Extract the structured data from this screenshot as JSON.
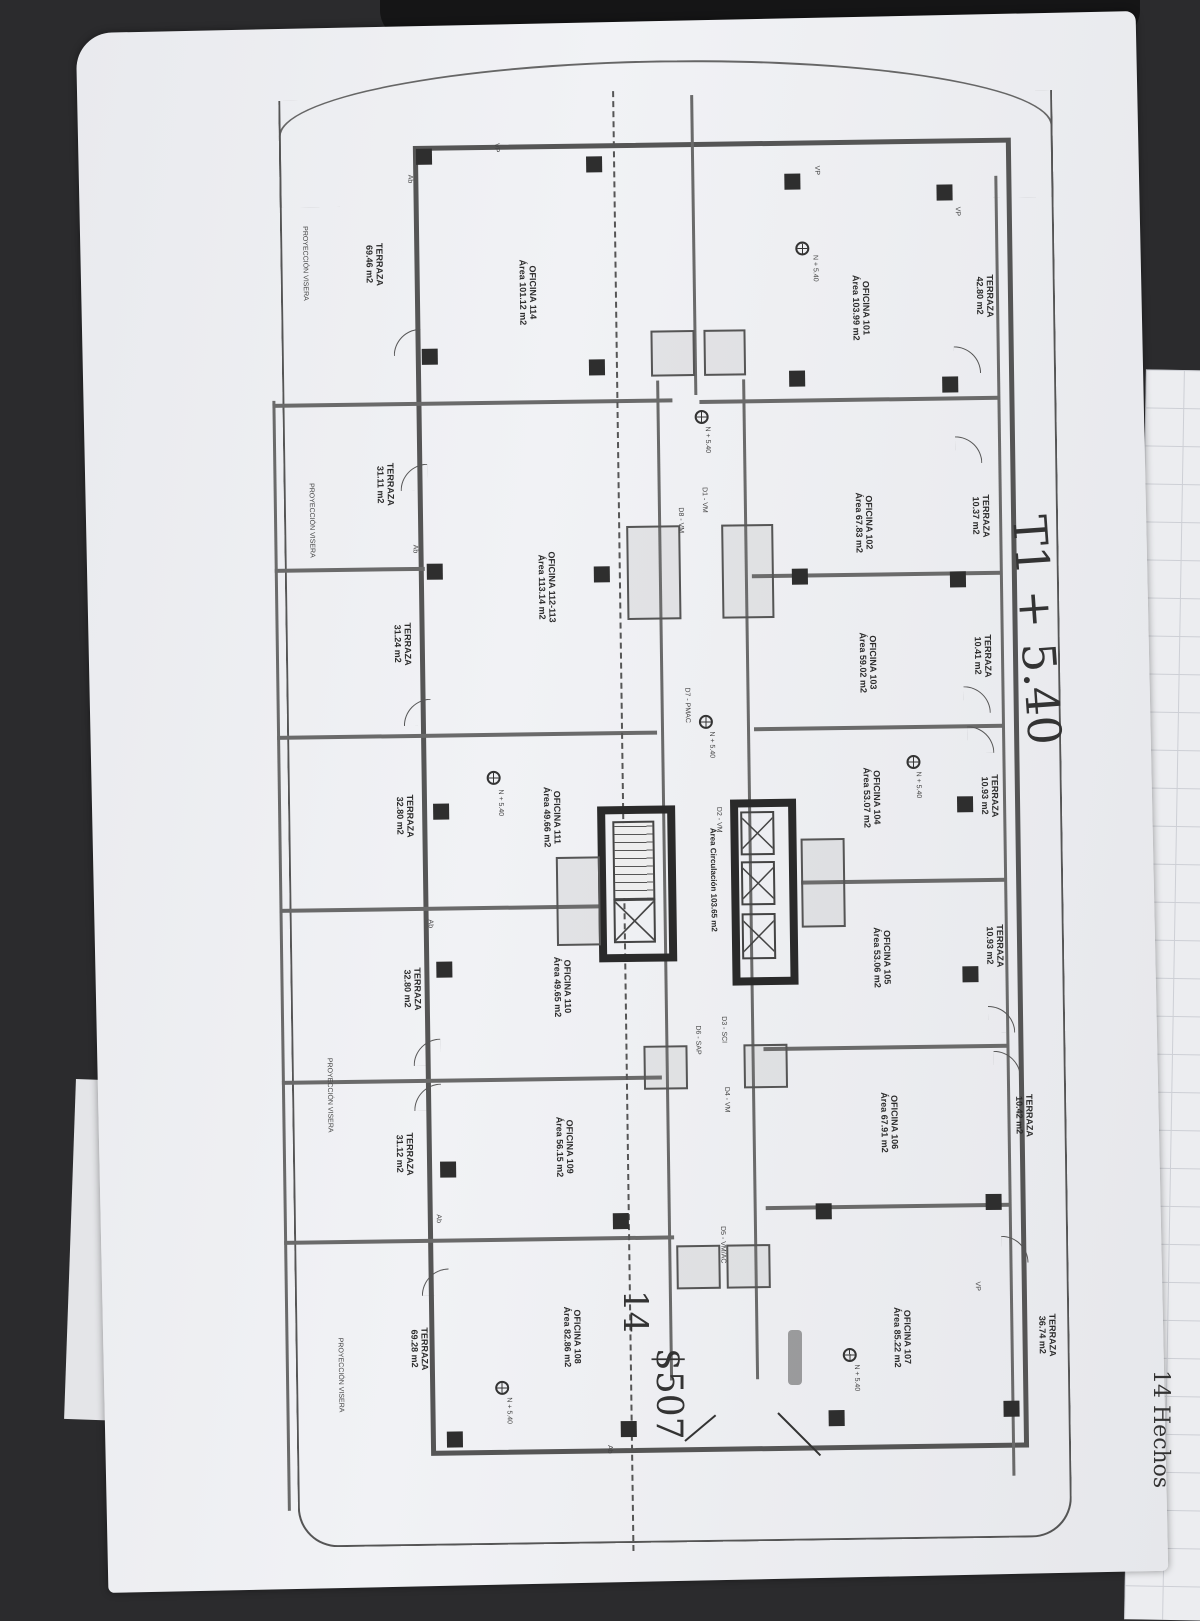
{
  "plan": {
    "offices_east": [
      {
        "name": "OFICINA 101",
        "area": "Área 103.99 m2"
      },
      {
        "name": "OFICINA 102",
        "area": "Área 67.83 m2"
      },
      {
        "name": "OFICINA 103",
        "area": "Área 59.02 m2"
      },
      {
        "name": "OFICINA 104",
        "area": "Área 53.07 m2"
      },
      {
        "name": "OFICINA 105",
        "area": "Área 53.06 m2"
      },
      {
        "name": "OFICINA 106",
        "area": "Área 67.91 m2"
      },
      {
        "name": "OFICINA 107",
        "area": "Área 85.22 m2"
      }
    ],
    "offices_west": [
      {
        "name": "OFICINA 114",
        "area": "Área 101.12 m2"
      },
      {
        "name": "OFICINA 112-113",
        "area": "Área 113.14 m2"
      },
      {
        "name": "OFICINA 111",
        "area": "Área 49.66 m2"
      },
      {
        "name": "OFICINA 110",
        "area": "Área 49.65 m2"
      },
      {
        "name": "OFICINA 109",
        "area": "Área 56.15 m2"
      },
      {
        "name": "OFICINA 108",
        "area": "Área 82.86 m2"
      }
    ],
    "terraces_east": [
      {
        "name": "TERRAZA",
        "area": "42.80 m2"
      },
      {
        "name": "TERRAZA",
        "area": "10.37 m2"
      },
      {
        "name": "TERRAZA",
        "area": "10.41 m2"
      },
      {
        "name": "TERRAZA",
        "area": "10.93 m2"
      },
      {
        "name": "TERRAZA",
        "area": "10.93 m2"
      },
      {
        "name": "TERRAZA",
        "area": "10.42 m2"
      },
      {
        "name": "TERRAZA",
        "area": "36.74 m2"
      }
    ],
    "terraces_west": [
      {
        "name": "TERRAZA",
        "area": "69.46 m2"
      },
      {
        "name": "TERRAZA",
        "area": "31.11 m2"
      },
      {
        "name": "TERRAZA",
        "area": "31.24 m2"
      },
      {
        "name": "TERRAZA",
        "area": "32.80 m2"
      },
      {
        "name": "TERRAZA",
        "area": "32.80 m2"
      },
      {
        "name": "TERRAZA",
        "area": "31.12 m2"
      },
      {
        "name": "TERRAZA",
        "area": "69.28 m2"
      }
    ],
    "circulation": "Área Circulación  103.65 m2",
    "visor_projection": "PROYECCIÓN VISERA",
    "level_marker": "N + 5.40",
    "doors": [
      "D1 - VM",
      "D8 - VM",
      "D7 - PMAC",
      "D2 - VM",
      "D3 - SCI",
      "D6 - SAP",
      "D4 - VM",
      "D5 - VM/AC"
    ],
    "window_tag_east": "VP",
    "window_tag_west": "Ab"
  },
  "handwritten": {
    "title": "T1 + 5.40",
    "count": "14",
    "price": "$507",
    "margin_note": "14 Hechos"
  }
}
